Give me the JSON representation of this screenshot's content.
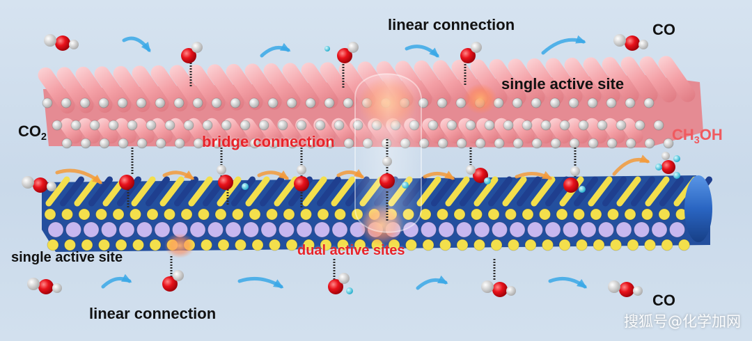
{
  "labels": {
    "linear_connection_top": "linear connection",
    "co_top": "CO",
    "single_active_site_top": "single active site",
    "co2_main": "CO",
    "co2_sub": "2",
    "bridge_connection": "bridge connection",
    "ch3oh_a": "CH",
    "ch3oh_sub": "3",
    "ch3oh_b": "OH",
    "single_active_site_bottom": "single active site",
    "dual_active_sites": "dual active sites",
    "linear_connection_bottom": "linear connection",
    "co_bottom": "CO"
  },
  "watermark": "搜狐号@化学加网",
  "colors": {
    "upper_layer_rods": "#f4a3a8",
    "lower_layer_rods": "#2f6fc9",
    "yellow_atoms": "#f3df4c",
    "purple_atoms": "#c7b7ef",
    "oxygen": "#e6101a",
    "hydrogen_grey": "#d9d9d9",
    "hydrogen_cyan": "#4fd0e8",
    "arrows": "#39a8e6",
    "orange_arrows": "#f39a3a",
    "highlight_text": "#e8232a"
  }
}
